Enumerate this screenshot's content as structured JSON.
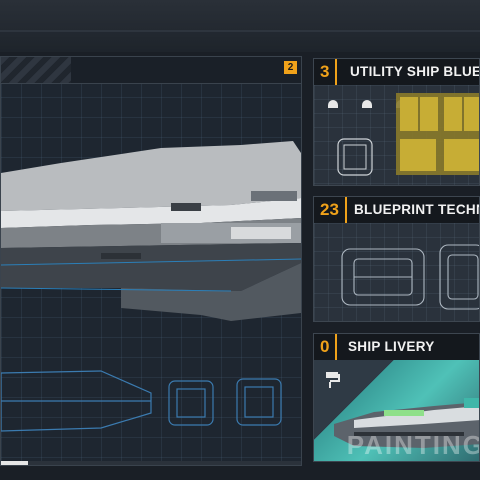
{
  "main_panel": {
    "badge": "2",
    "scroll_progress": 0.09
  },
  "cards": [
    {
      "count": "3",
      "title": "UTILITY SHIP BLUEPRINT",
      "icons": [
        "helmet-icon",
        "helmet-icon",
        "helmet-icon"
      ]
    },
    {
      "count": "23",
      "title": "BLUEPRINT TECHNOLOGY"
    },
    {
      "count": "0",
      "title": "SHIP LIVERY",
      "icon": "paint-roller-icon",
      "watermark": "PAINTING"
    }
  ],
  "colors": {
    "accent": "#f0a21a",
    "panel": "#2a323c",
    "livery_teal": "#4fc1b7"
  }
}
